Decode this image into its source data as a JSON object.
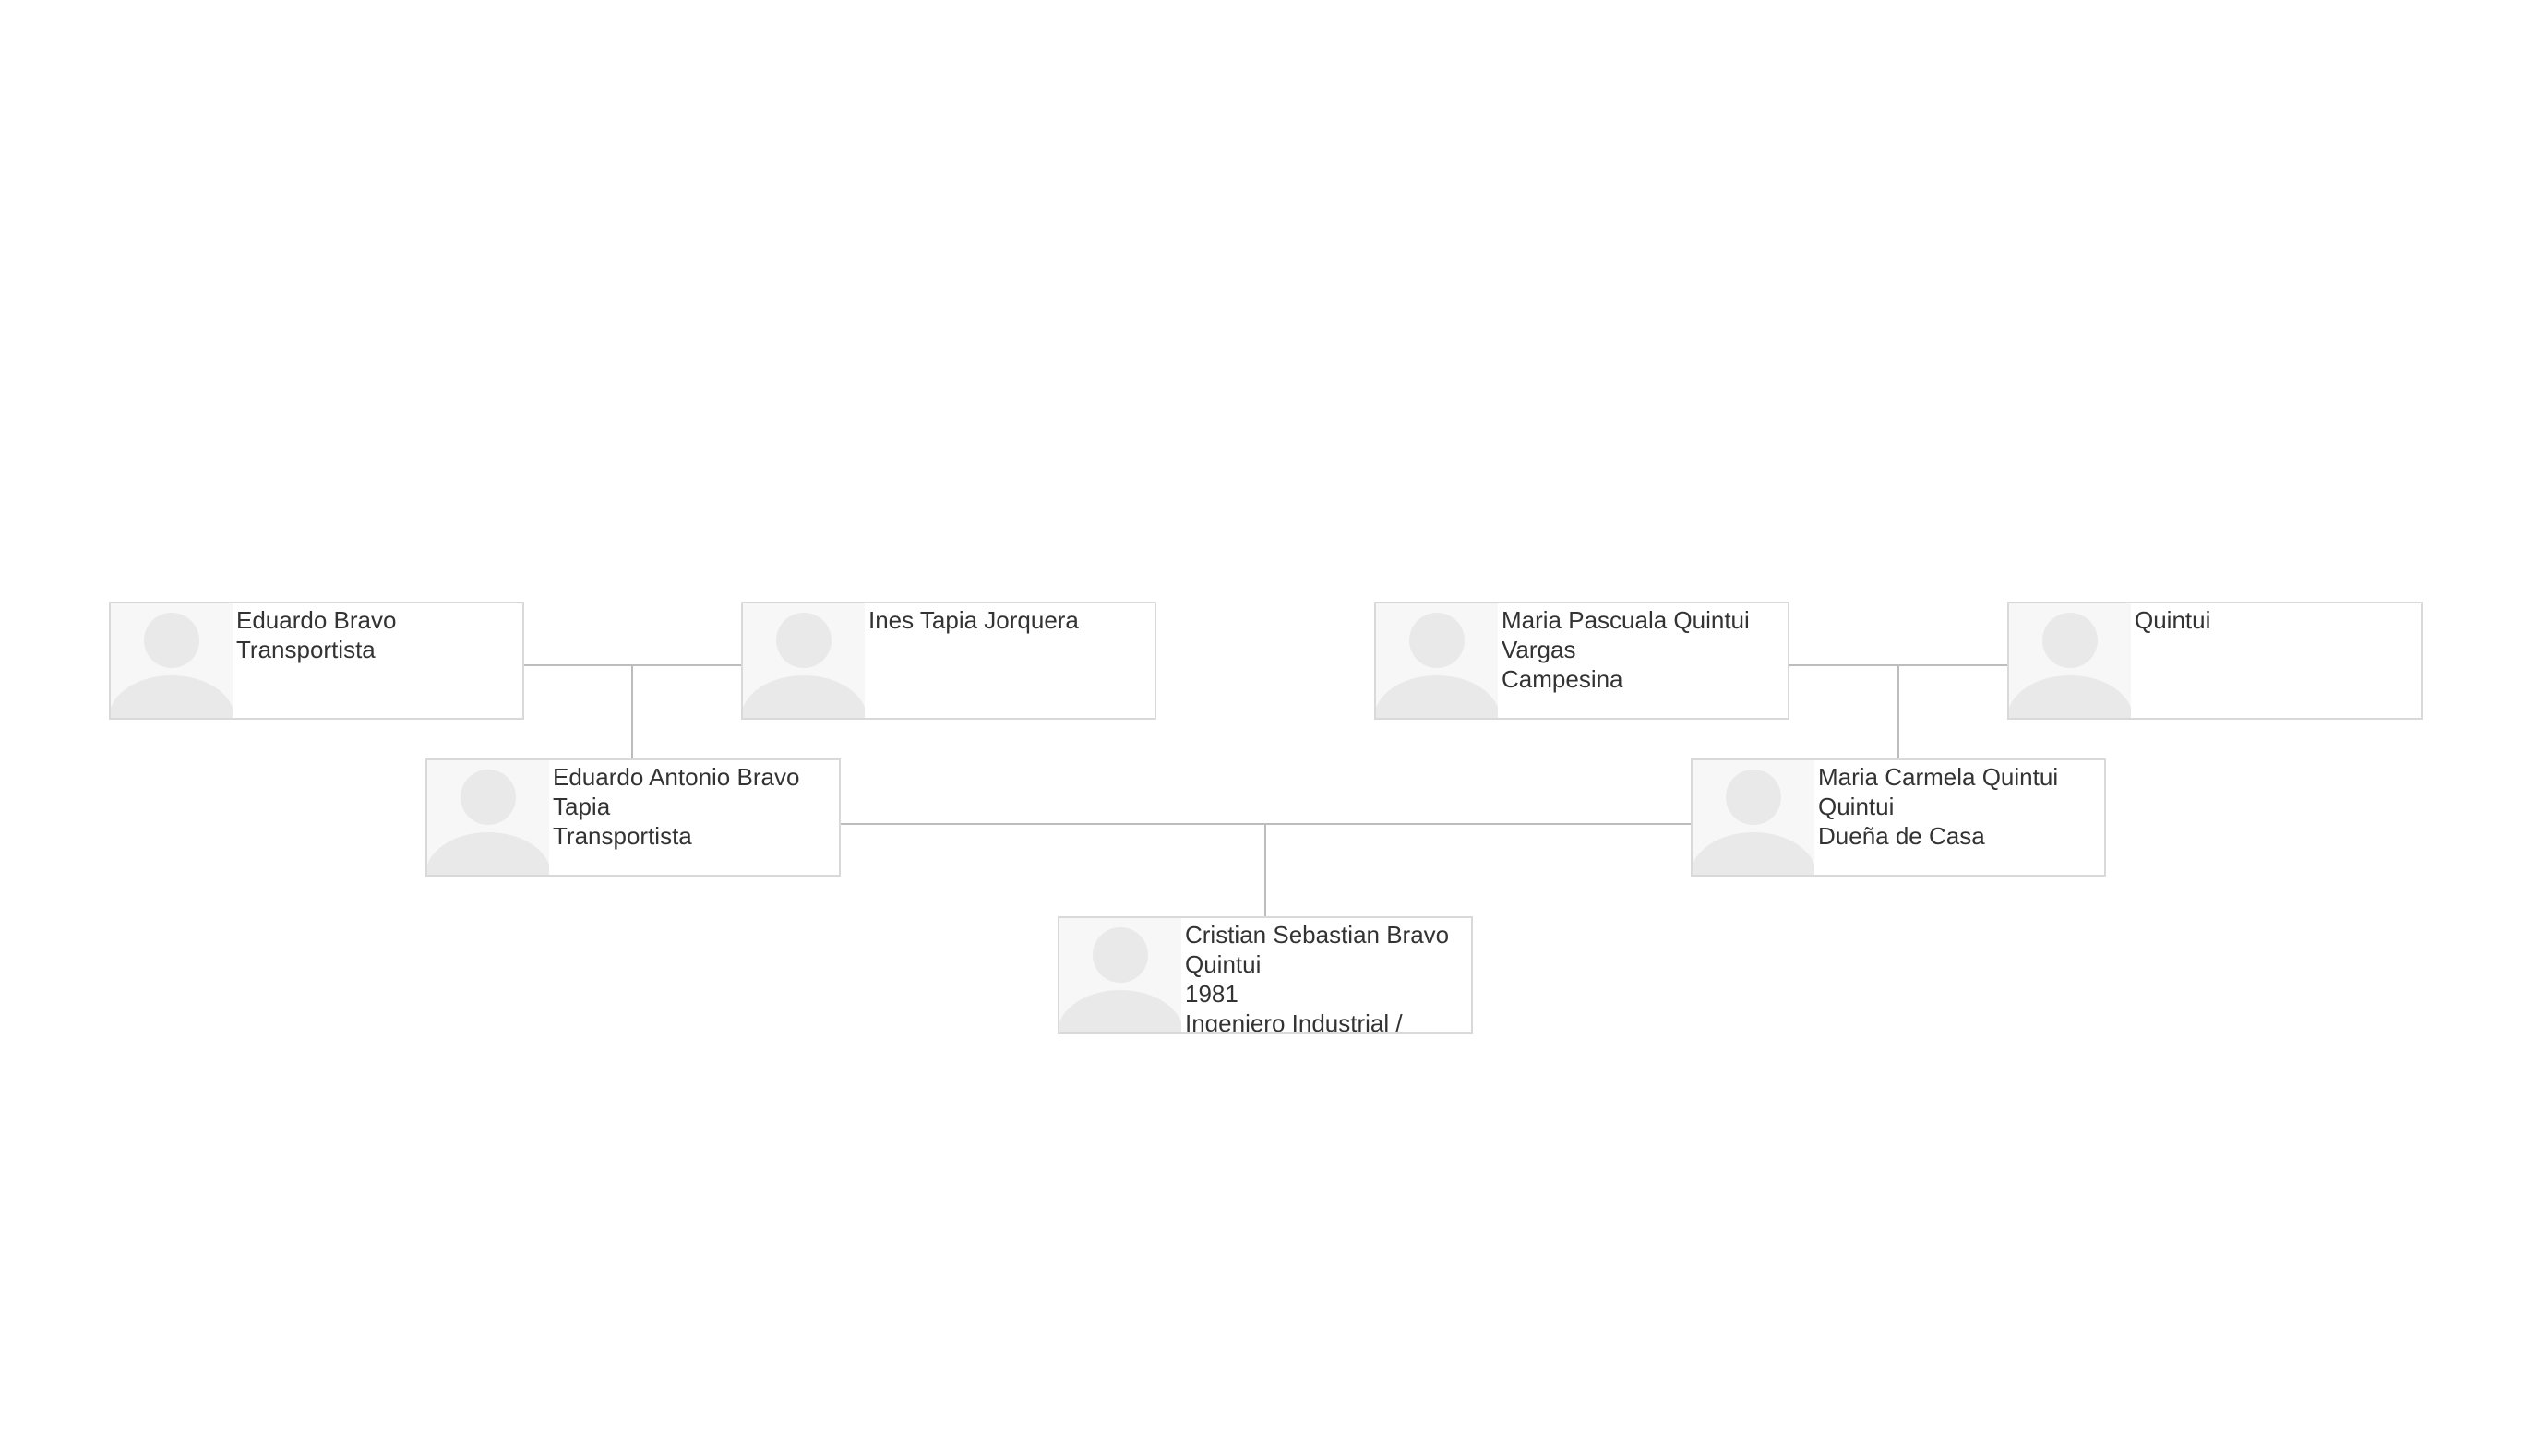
{
  "colors": {
    "connector": "#bdbdbd",
    "card_border": "#d9d9d9",
    "card_background": "#ffffff",
    "avatar_background": "#f7f7f7",
    "avatar_silhouette": "#e9e9e9",
    "text": "#333333"
  },
  "people": {
    "paternal_grandfather": {
      "lines": [
        "Eduardo Bravo",
        "Transportista"
      ],
      "icon": "person-silhouette-icon"
    },
    "paternal_grandmother": {
      "lines": [
        "Ines Tapia Jorquera"
      ],
      "icon": "person-silhouette-icon"
    },
    "maternal_grandmother": {
      "lines": [
        "Maria Pascuala Quintui",
        "Vargas",
        "Campesina"
      ],
      "icon": "person-silhouette-icon"
    },
    "maternal_grandfather": {
      "lines": [
        "Quintui"
      ],
      "icon": "person-silhouette-icon"
    },
    "father": {
      "lines": [
        "Eduardo Antonio Bravo",
        "Tapia",
        "Transportista"
      ],
      "icon": "person-silhouette-icon"
    },
    "mother": {
      "lines": [
        "Maria Carmela Quintui",
        "Quintui",
        "Dueña de Casa"
      ],
      "icon": "person-silhouette-icon"
    },
    "root": {
      "lines": [
        "Cristian Sebastian Bravo",
        "Quintui",
        "1981",
        "Ingeniero Industrial /"
      ],
      "icon": "person-silhouette-icon"
    }
  }
}
